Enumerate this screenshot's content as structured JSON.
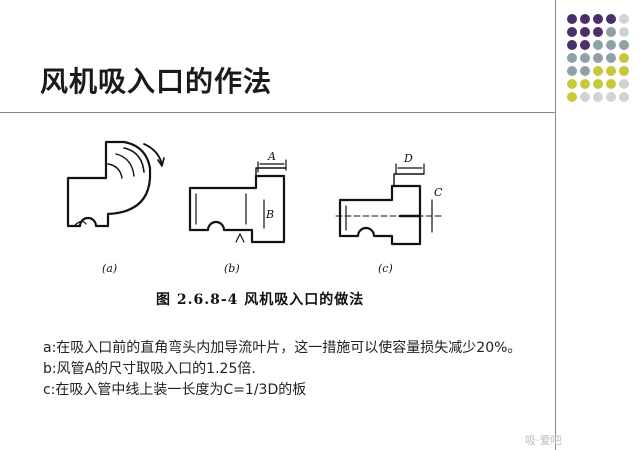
{
  "slide": {
    "title": "风机吸入口的作法",
    "figure_caption": "图 2.6.8-4  风机吸入口的做法",
    "figure_labels": {
      "a": "(a)",
      "b": "(b)",
      "c": "(c)",
      "dim_A": "A",
      "dim_B": "B",
      "dim_D": "D",
      "dim_C": "C"
    },
    "notes": [
      "a:在吸入口前的直角弯头内加导流叶片，这一措施可以使容量损失减少20%。",
      "b:风管A的尺寸取吸入口的1.25倍.",
      "c:在吸入管中线上装一长度为C=1/3D的板"
    ],
    "watermark": "吸·爱吧"
  },
  "colors": {
    "dot_purple": "#4b2f6b",
    "dot_gray": "#8fa1a6",
    "dot_yellow": "#c8c83c",
    "dot_light": "#cfd3d6"
  }
}
